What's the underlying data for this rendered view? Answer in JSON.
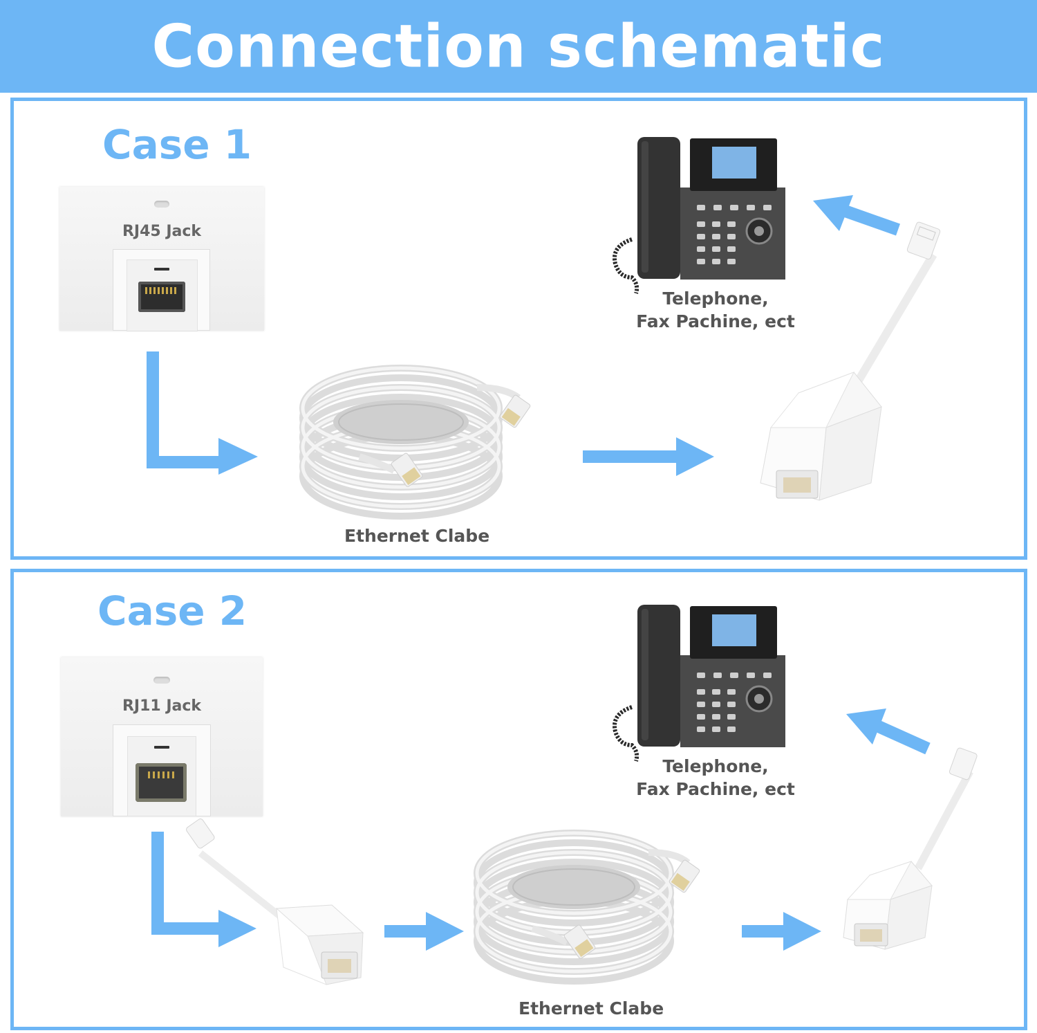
{
  "header": {
    "title": "Connection schematic",
    "color": "#6db6f5"
  },
  "case1": {
    "title": "Case 1",
    "jack_label": "RJ45 Jack",
    "phone_label_line1": "Telephone,",
    "phone_label_line2": "Fax Pachine, ect",
    "cable_label": "Ethernet Clabe"
  },
  "case2": {
    "title": "Case 2",
    "jack_label": "RJ11 Jack",
    "phone_label_line1": "Telephone,",
    "phone_label_line2": "Fax Pachine, ect",
    "cable_label": "Ethernet Clabe"
  },
  "icons": [
    "wall-jack-rj45-icon",
    "wall-jack-rj11-icon",
    "ip-phone-icon",
    "ethernet-cable-icon",
    "rj11-to-rj45-adapter-icon",
    "arrow-icon"
  ],
  "colors": {
    "accent": "#6db6f5",
    "text": "#555555"
  }
}
